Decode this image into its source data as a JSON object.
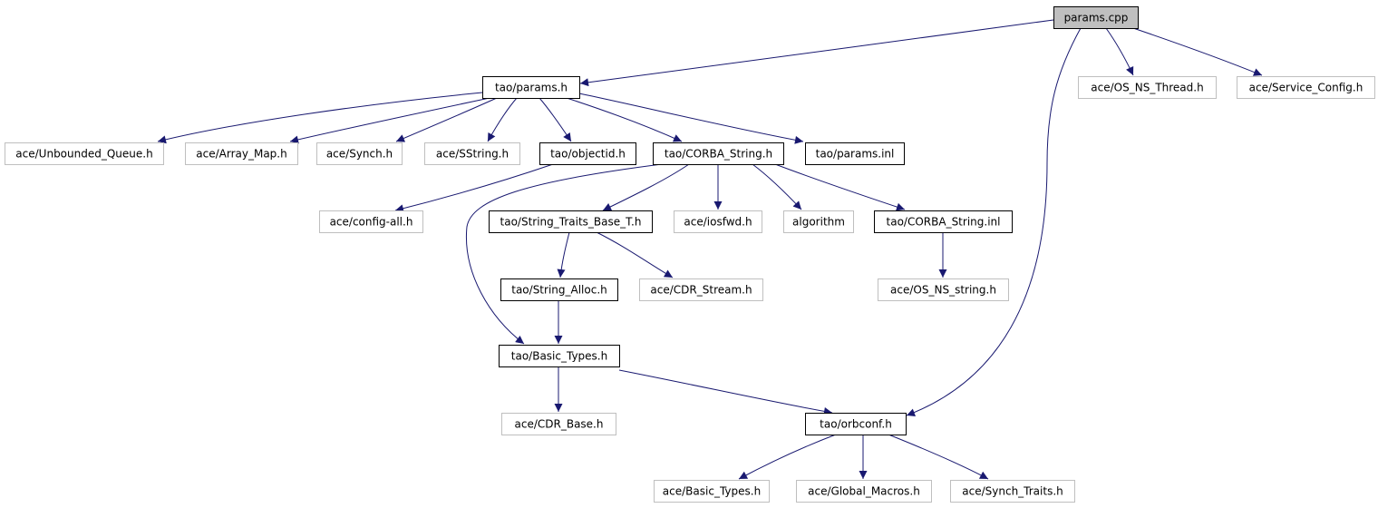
{
  "diagram": {
    "colors": {
      "root_fill": "#bfbfbf",
      "file_border": "#000000",
      "external_border": "#bfbfbf",
      "edge": "#191970",
      "background": "#ffffff"
    },
    "nodes": {
      "params_cpp": {
        "label": "params.cpp",
        "kind": "root"
      },
      "tao_params_h": {
        "label": "tao/params.h",
        "kind": "file"
      },
      "ace_os_ns_thread_h": {
        "label": "ace/OS_NS_Thread.h",
        "kind": "external"
      },
      "ace_service_config_h": {
        "label": "ace/Service_Config.h",
        "kind": "external"
      },
      "ace_unbounded_queue_h": {
        "label": "ace/Unbounded_Queue.h",
        "kind": "external"
      },
      "ace_array_map_h": {
        "label": "ace/Array_Map.h",
        "kind": "external"
      },
      "ace_synch_h": {
        "label": "ace/Synch.h",
        "kind": "external"
      },
      "ace_sstring_h": {
        "label": "ace/SString.h",
        "kind": "external"
      },
      "tao_objectid_h": {
        "label": "tao/objectid.h",
        "kind": "file"
      },
      "tao_corba_string_h": {
        "label": "tao/CORBA_String.h",
        "kind": "file"
      },
      "tao_params_inl": {
        "label": "tao/params.inl",
        "kind": "file"
      },
      "ace_config_all_h": {
        "label": "ace/config-all.h",
        "kind": "external"
      },
      "tao_string_traits_base_t_h": {
        "label": "tao/String_Traits_Base_T.h",
        "kind": "file"
      },
      "ace_iosfwd_h": {
        "label": "ace/iosfwd.h",
        "kind": "external"
      },
      "algorithm": {
        "label": "algorithm",
        "kind": "external"
      },
      "tao_corba_string_inl": {
        "label": "tao/CORBA_String.inl",
        "kind": "file"
      },
      "tao_string_alloc_h": {
        "label": "tao/String_Alloc.h",
        "kind": "file"
      },
      "ace_cdr_stream_h": {
        "label": "ace/CDR_Stream.h",
        "kind": "external"
      },
      "ace_os_ns_string_h": {
        "label": "ace/OS_NS_string.h",
        "kind": "external"
      },
      "tao_basic_types_h": {
        "label": "tao/Basic_Types.h",
        "kind": "file"
      },
      "ace_cdr_base_h": {
        "label": "ace/CDR_Base.h",
        "kind": "external"
      },
      "tao_orbconf_h": {
        "label": "tao/orbconf.h",
        "kind": "file"
      },
      "ace_basic_types_h": {
        "label": "ace/Basic_Types.h",
        "kind": "external"
      },
      "ace_global_macros_h": {
        "label": "ace/Global_Macros.h",
        "kind": "external"
      },
      "ace_synch_traits_h": {
        "label": "ace/Synch_Traits.h",
        "kind": "external"
      }
    },
    "edges": [
      [
        "params_cpp",
        "tao_params_h"
      ],
      [
        "params_cpp",
        "ace_os_ns_thread_h"
      ],
      [
        "params_cpp",
        "ace_service_config_h"
      ],
      [
        "params_cpp",
        "tao_orbconf_h"
      ],
      [
        "tao_params_h",
        "ace_unbounded_queue_h"
      ],
      [
        "tao_params_h",
        "ace_array_map_h"
      ],
      [
        "tao_params_h",
        "ace_synch_h"
      ],
      [
        "tao_params_h",
        "ace_sstring_h"
      ],
      [
        "tao_params_h",
        "tao_objectid_h"
      ],
      [
        "tao_params_h",
        "tao_corba_string_h"
      ],
      [
        "tao_params_h",
        "tao_params_inl"
      ],
      [
        "tao_objectid_h",
        "ace_config_all_h"
      ],
      [
        "tao_corba_string_h",
        "tao_string_traits_base_t_h"
      ],
      [
        "tao_corba_string_h",
        "ace_iosfwd_h"
      ],
      [
        "tao_corba_string_h",
        "algorithm"
      ],
      [
        "tao_corba_string_h",
        "tao_corba_string_inl"
      ],
      [
        "tao_corba_string_h",
        "tao_basic_types_h"
      ],
      [
        "tao_string_traits_base_t_h",
        "tao_string_alloc_h"
      ],
      [
        "tao_string_traits_base_t_h",
        "ace_cdr_stream_h"
      ],
      [
        "tao_corba_string_inl",
        "ace_os_ns_string_h"
      ],
      [
        "tao_string_alloc_h",
        "tao_basic_types_h"
      ],
      [
        "tao_basic_types_h",
        "ace_cdr_base_h"
      ],
      [
        "tao_basic_types_h",
        "tao_orbconf_h"
      ],
      [
        "tao_orbconf_h",
        "ace_basic_types_h"
      ],
      [
        "tao_orbconf_h",
        "ace_global_macros_h"
      ],
      [
        "tao_orbconf_h",
        "ace_synch_traits_h"
      ]
    ]
  }
}
